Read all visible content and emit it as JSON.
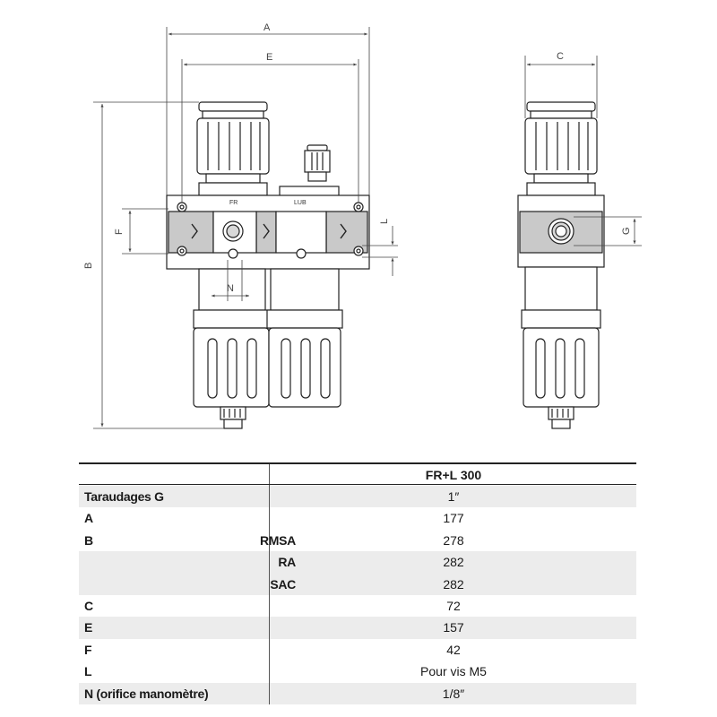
{
  "diagram": {
    "dim_labels": {
      "A": "A",
      "E": "E",
      "B": "B",
      "F": "F",
      "N": "N",
      "L": "L",
      "C": "C",
      "G": "G"
    },
    "block_labels": {
      "fr": "FR",
      "lub": "LUB"
    }
  },
  "table": {
    "header": {
      "label": "",
      "sub": "",
      "value": "FR+L 300"
    },
    "rows": [
      {
        "label": "Taraudages G",
        "sub": "",
        "value": "1″",
        "shaded": true
      },
      {
        "label": "A",
        "sub": "",
        "value": "177",
        "shaded": false
      },
      {
        "label": "B",
        "sub": "RMSA",
        "value": "278",
        "shaded": false
      },
      {
        "label": "",
        "sub": "RA",
        "value": "282",
        "shaded": true
      },
      {
        "label": "",
        "sub": "SAC",
        "value": "282",
        "shaded": true
      },
      {
        "label": "C",
        "sub": "",
        "value": "72",
        "shaded": false
      },
      {
        "label": "E",
        "sub": "",
        "value": "157",
        "shaded": true
      },
      {
        "label": "F",
        "sub": "",
        "value": "42",
        "shaded": false
      },
      {
        "label": "L",
        "sub": "",
        "value": "Pour vis M5",
        "shaded": false
      },
      {
        "label": "N (orifice manomètre)",
        "sub": "",
        "value": "1/8″",
        "shaded": true
      }
    ]
  }
}
